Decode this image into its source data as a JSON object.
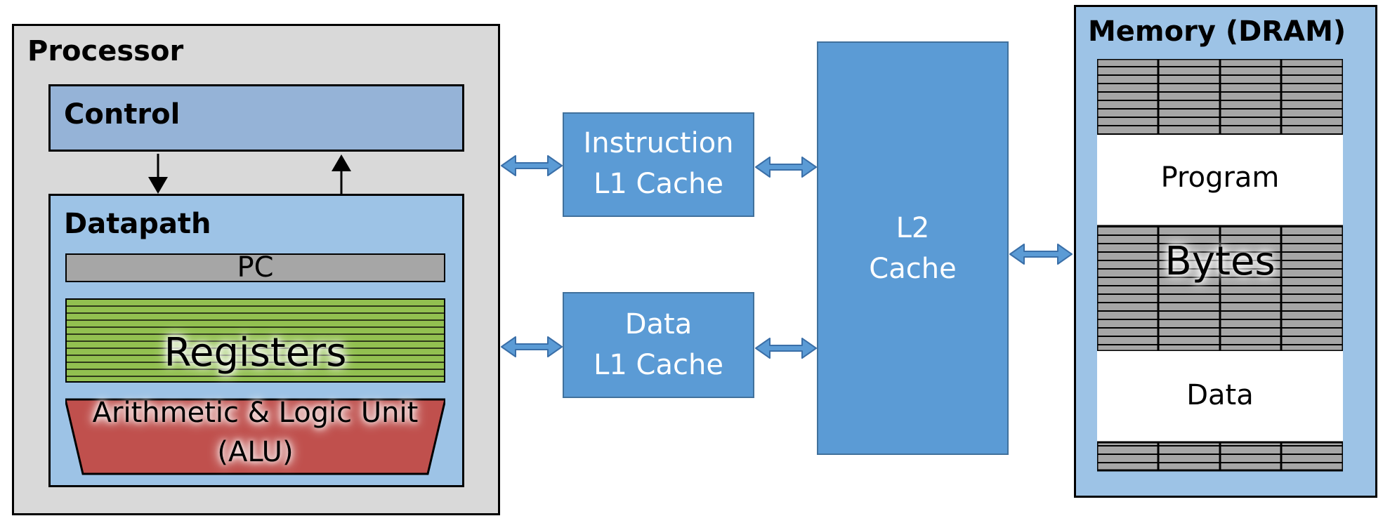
{
  "processor": {
    "title": "Processor",
    "control": {
      "title": "Control"
    },
    "datapath": {
      "title": "Datapath",
      "pc_label": "PC",
      "registers_label": "Registers",
      "alu_label_line1": "Arithmetic & Logic Unit",
      "alu_label_line2": "(ALU)"
    }
  },
  "caches": {
    "instruction_l1": {
      "line1": "Instruction",
      "line2": "L1 Cache"
    },
    "data_l1": {
      "line1": "Data",
      "line2": "L1 Cache"
    },
    "l2": {
      "line1": "L2",
      "line2": "Cache"
    }
  },
  "memory": {
    "title": "Memory (DRAM)",
    "program_label": "Program",
    "bytes_label": "Bytes",
    "data_label": "Data"
  },
  "colors": {
    "processor_bg": "#d9d9d9",
    "control_bg": "#95b3d7",
    "datapath_bg": "#9dc3e6",
    "pc_bg": "#a6a6a6",
    "registers_green": "#92c050",
    "alu_red": "#c0504d",
    "cache_blue": "#5b9bd5",
    "memory_bg": "#9dc3e6",
    "memory_cells": "#a6a6a6",
    "arrow_blue": "#4f81bd"
  }
}
